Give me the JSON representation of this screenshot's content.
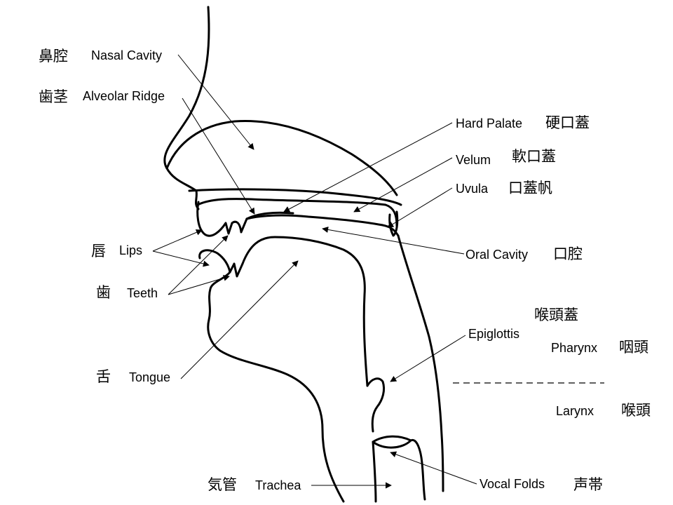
{
  "labels": {
    "nasal_cavity": {
      "jp": "鼻腔",
      "en": "Nasal Cavity"
    },
    "alveolar_ridge": {
      "jp": "歯茎",
      "en": "Alveolar Ridge"
    },
    "hard_palate": {
      "en": "Hard Palate",
      "jp": "硬口蓋"
    },
    "velum": {
      "en": "Velum",
      "jp": "軟口蓋"
    },
    "uvula": {
      "en": "Uvula",
      "jp": "口蓋帆"
    },
    "lips": {
      "jp": "唇",
      "en": "Lips"
    },
    "oral_cavity": {
      "en": "Oral Cavity",
      "jp": "口腔"
    },
    "teeth": {
      "jp": "歯",
      "en": "Teeth"
    },
    "epiglottis": {
      "jp": "喉頭蓋",
      "en": "Epiglottis"
    },
    "pharynx": {
      "en": "Pharynx",
      "jp": "咽頭"
    },
    "tongue": {
      "jp": "舌",
      "en": "Tongue"
    },
    "larynx": {
      "en": "Larynx",
      "jp": "喉頭"
    },
    "trachea": {
      "jp": "気管",
      "en": "Trachea"
    },
    "vocal_folds": {
      "en": "Vocal Folds",
      "jp": "声帯"
    }
  }
}
